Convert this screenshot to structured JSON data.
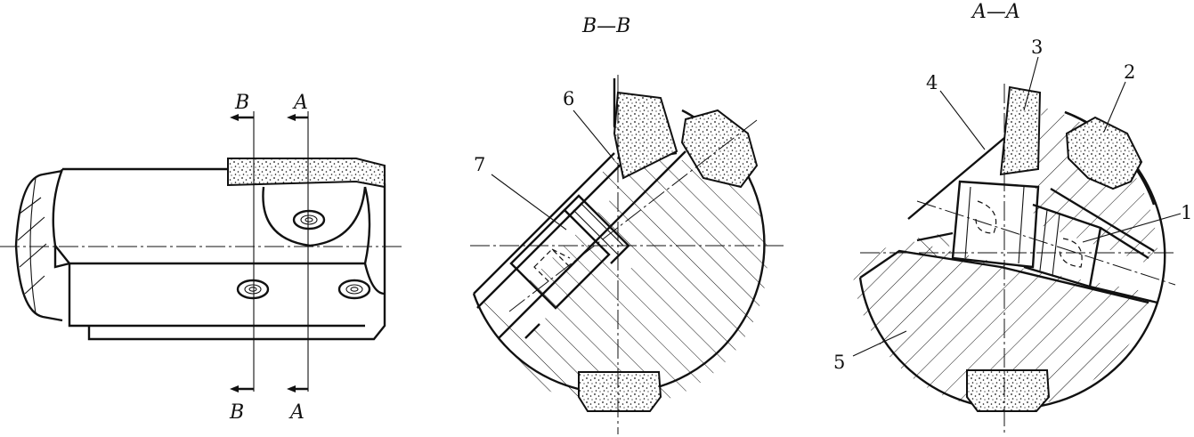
{
  "section_labels": {
    "bb": "B—B",
    "aa": "A—A"
  },
  "cut_labels": {
    "b_top": "B",
    "a_top": "A",
    "b_bottom": "B",
    "a_bottom": "A"
  },
  "part_numbers": {
    "p1": "1",
    "p2": "2",
    "p3": "3",
    "p4": "4",
    "p5": "5",
    "p6": "6",
    "p7": "7"
  }
}
